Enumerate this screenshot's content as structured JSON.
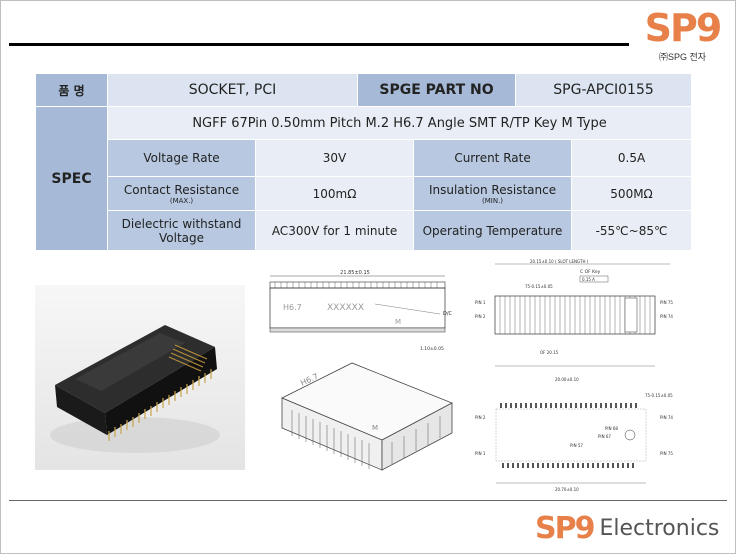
{
  "logo": {
    "brand": "SP9",
    "company_top": "㈜SPG 전자",
    "brand_bottom": "SP9",
    "electronics": "Electronics"
  },
  "table": {
    "product_name_label": "품  명",
    "product_name": "SOCKET, PCI",
    "part_no_label": "SPGE PART NO",
    "part_no": "SPG-APCI0155",
    "spec_label": "SPEC",
    "description": "NGFF 67Pin 0.50mm Pitch M.2 H6.7 Angle SMT R/TP Key M Type",
    "voltage_rate_label": "Voltage Rate",
    "voltage_rate": "30V",
    "current_rate_label": "Current Rate",
    "current_rate": "0.5A",
    "contact_resistance_label": "Contact Resistance",
    "contact_resistance_note": "(MAX.)",
    "contact_resistance": "100mΩ",
    "insulation_resistance_label": "Insulation Resistance",
    "insulation_resistance_note": "(MIN.)",
    "insulation_resistance": "500MΩ",
    "dielectric_label_1": "Dielectric withstand",
    "dielectric_label_2": "Voltage",
    "dielectric": "AC300V for 1 minute",
    "operating_temp_label": "Operating Temperature",
    "operating_temp": "-55℃~85℃"
  },
  "drawings": {
    "front_dim": "21.85±0.15",
    "front_mark": "H6.7",
    "front_code": "XXXXXX",
    "front_key": "M",
    "front_dc": "D/C",
    "front_bottom_dim": "1.10±0.05",
    "iso_mark": "H6.7",
    "iso_key": "M",
    "top_slot": "20.15±0.10 ( SLOT LENGTH )",
    "top_key": "C OF Key",
    "top_tol": "0.15 A",
    "top_pin1": "PIN 1",
    "top_pin2": "PIN 2",
    "top_pin75": "PIN 75",
    "top_pin74": "PIN 74",
    "top_pitch": "75-0.15±0.05",
    "top_cof": "OF 20.15",
    "bot_dim": "20.00±0.10",
    "bot_pin2": "PIN 2",
    "bot_pin1": "PIN 1",
    "bot_pin68": "PIN 68",
    "bot_pin67": "PIN 67",
    "bot_pin57": "PIN 57",
    "bot_pin74": "PIN 74",
    "bot_pin75": "PIN 75",
    "bot_width": "20.70±0.10",
    "bot_pitch": "75-0.15±0.05"
  }
}
